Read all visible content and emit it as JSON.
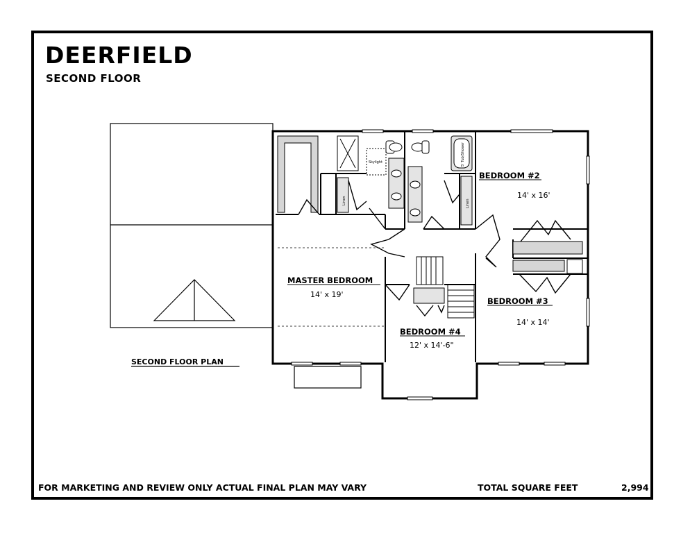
{
  "title": "DEERFIELD",
  "subtitle": "SECOND FLOOR",
  "plan_label": "SECOND FLOOR PLAN",
  "rooms": {
    "master": {
      "name": "MASTER BEDROOM",
      "size": "14' x 19'"
    },
    "bedroom2": {
      "name": "BEDROOM #2",
      "size": "14' x 16'"
    },
    "bedroom3": {
      "name": "BEDROOM #3",
      "size": "14' x 14'"
    },
    "bedroom4": {
      "name": "BEDROOM #4",
      "size": "12' x 14'-6\""
    }
  },
  "fixtures": {
    "linen1": "Linen",
    "linen2": "Linen",
    "skylight": "Skylight",
    "tub": "5' Tub/Shower"
  },
  "footer": {
    "disclaimer": "FOR MARKETING AND REVIEW ONLY ACTUAL FINAL PLAN MAY VARY",
    "total_label": "TOTAL SQUARE FEET",
    "total_value": "2,994"
  }
}
